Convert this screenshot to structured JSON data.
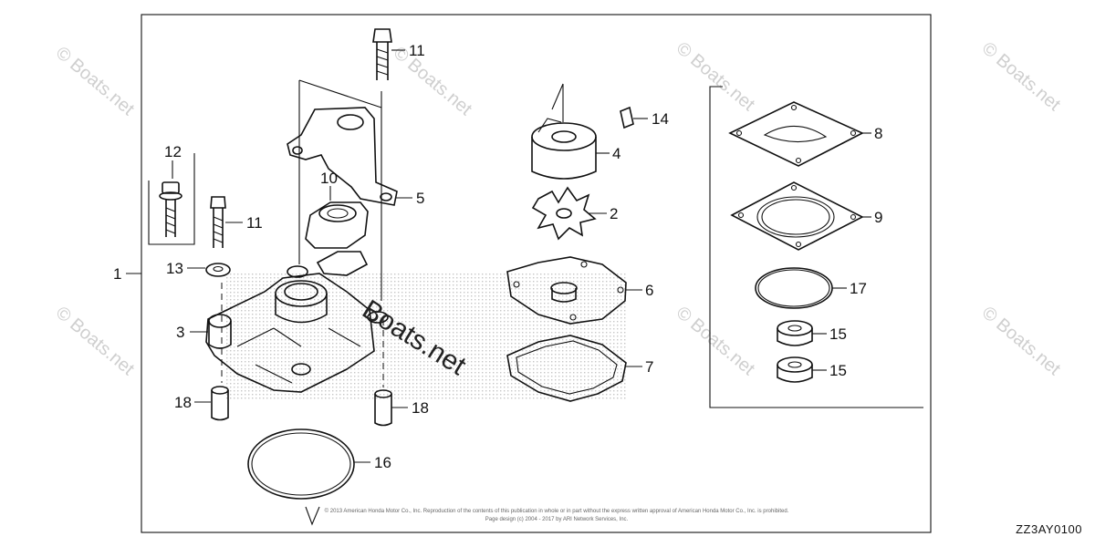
{
  "diagram_code": "ZZ3AY0100",
  "copyright_line1": "© 2013 American Honda Motor Co., Inc. Reproduction of the contents of this publication in whole or in part without the express written approval of American Honda Motor Co., Inc. is prohibited.",
  "copyright_line2": "Page design (c) 2004 - 2017 by ARI Network Services, Inc.",
  "watermark": "© Boats.net",
  "site_mark": "Boats.net",
  "callouts": {
    "c1": "1",
    "c2": "2",
    "c3": "3",
    "c4": "4",
    "c5": "5",
    "c6": "6",
    "c7": "7",
    "c8": "8",
    "c9": "9",
    "c10": "10",
    "c11a": "11",
    "c11b": "11",
    "c12": "12",
    "c13": "13",
    "c14": "14",
    "c15a": "15",
    "c15b": "15",
    "c16": "16",
    "c17": "17",
    "c18a": "18",
    "c18b": "18"
  }
}
